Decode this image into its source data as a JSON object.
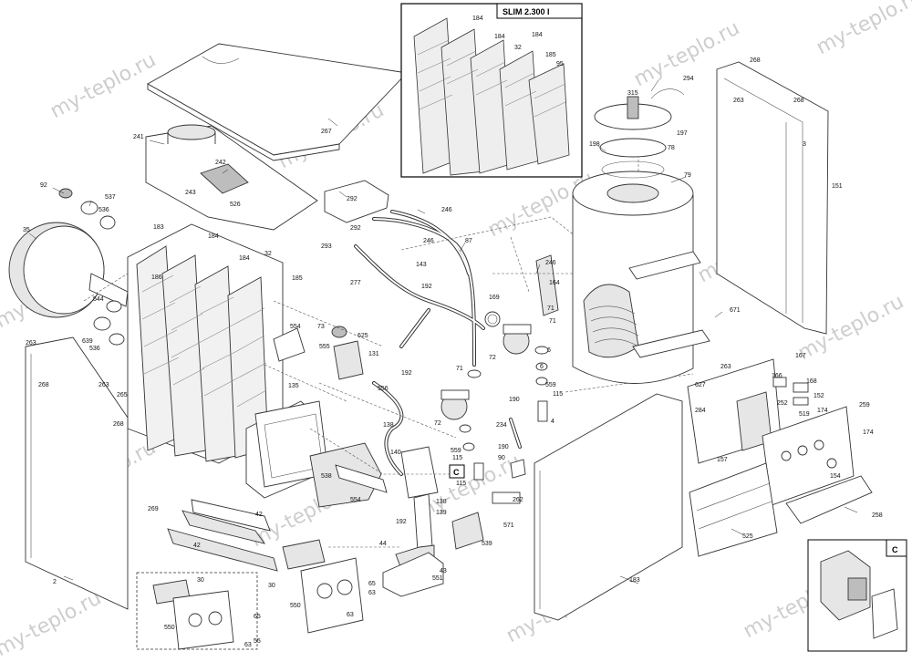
{
  "diagram": {
    "inset_title": "SLIM 2.300 I",
    "callout_c": "C",
    "watermark": "my-teplo.ru",
    "labels": [
      "267",
      "241",
      "242",
      "243",
      "526",
      "92",
      "537",
      "536",
      "35",
      "544",
      "639",
      "536",
      "263",
      "268",
      "183",
      "184",
      "184",
      "32",
      "186",
      "185",
      "263",
      "268",
      "265",
      "2",
      "269",
      "42",
      "42",
      "30",
      "30",
      "550",
      "550",
      "65",
      "63",
      "63",
      "55",
      "554",
      "73",
      "555",
      "625",
      "131",
      "135",
      "556",
      "192",
      "538",
      "554",
      "138",
      "140",
      "C",
      "139",
      "138",
      "192",
      "44",
      "43",
      "551",
      "65",
      "63",
      "293",
      "292",
      "292",
      "246",
      "246",
      "87",
      "143",
      "192",
      "277",
      "169",
      "71",
      "72",
      "71",
      "6",
      "559",
      "115",
      "190",
      "234",
      "190",
      "90",
      "115",
      "539",
      "262",
      "571",
      "164",
      "246",
      "71",
      "72",
      "6",
      "559",
      "115",
      "4",
      "183",
      "184",
      "184",
      "32",
      "184",
      "185",
      "95",
      "315",
      "294",
      "197",
      "198",
      "78",
      "79",
      "671",
      "263",
      "268",
      "263",
      "268",
      "3",
      "151",
      "167",
      "166",
      "168",
      "252",
      "152",
      "259",
      "627",
      "284",
      "519",
      "174",
      "174",
      "154",
      "157",
      "258",
      "525"
    ]
  }
}
